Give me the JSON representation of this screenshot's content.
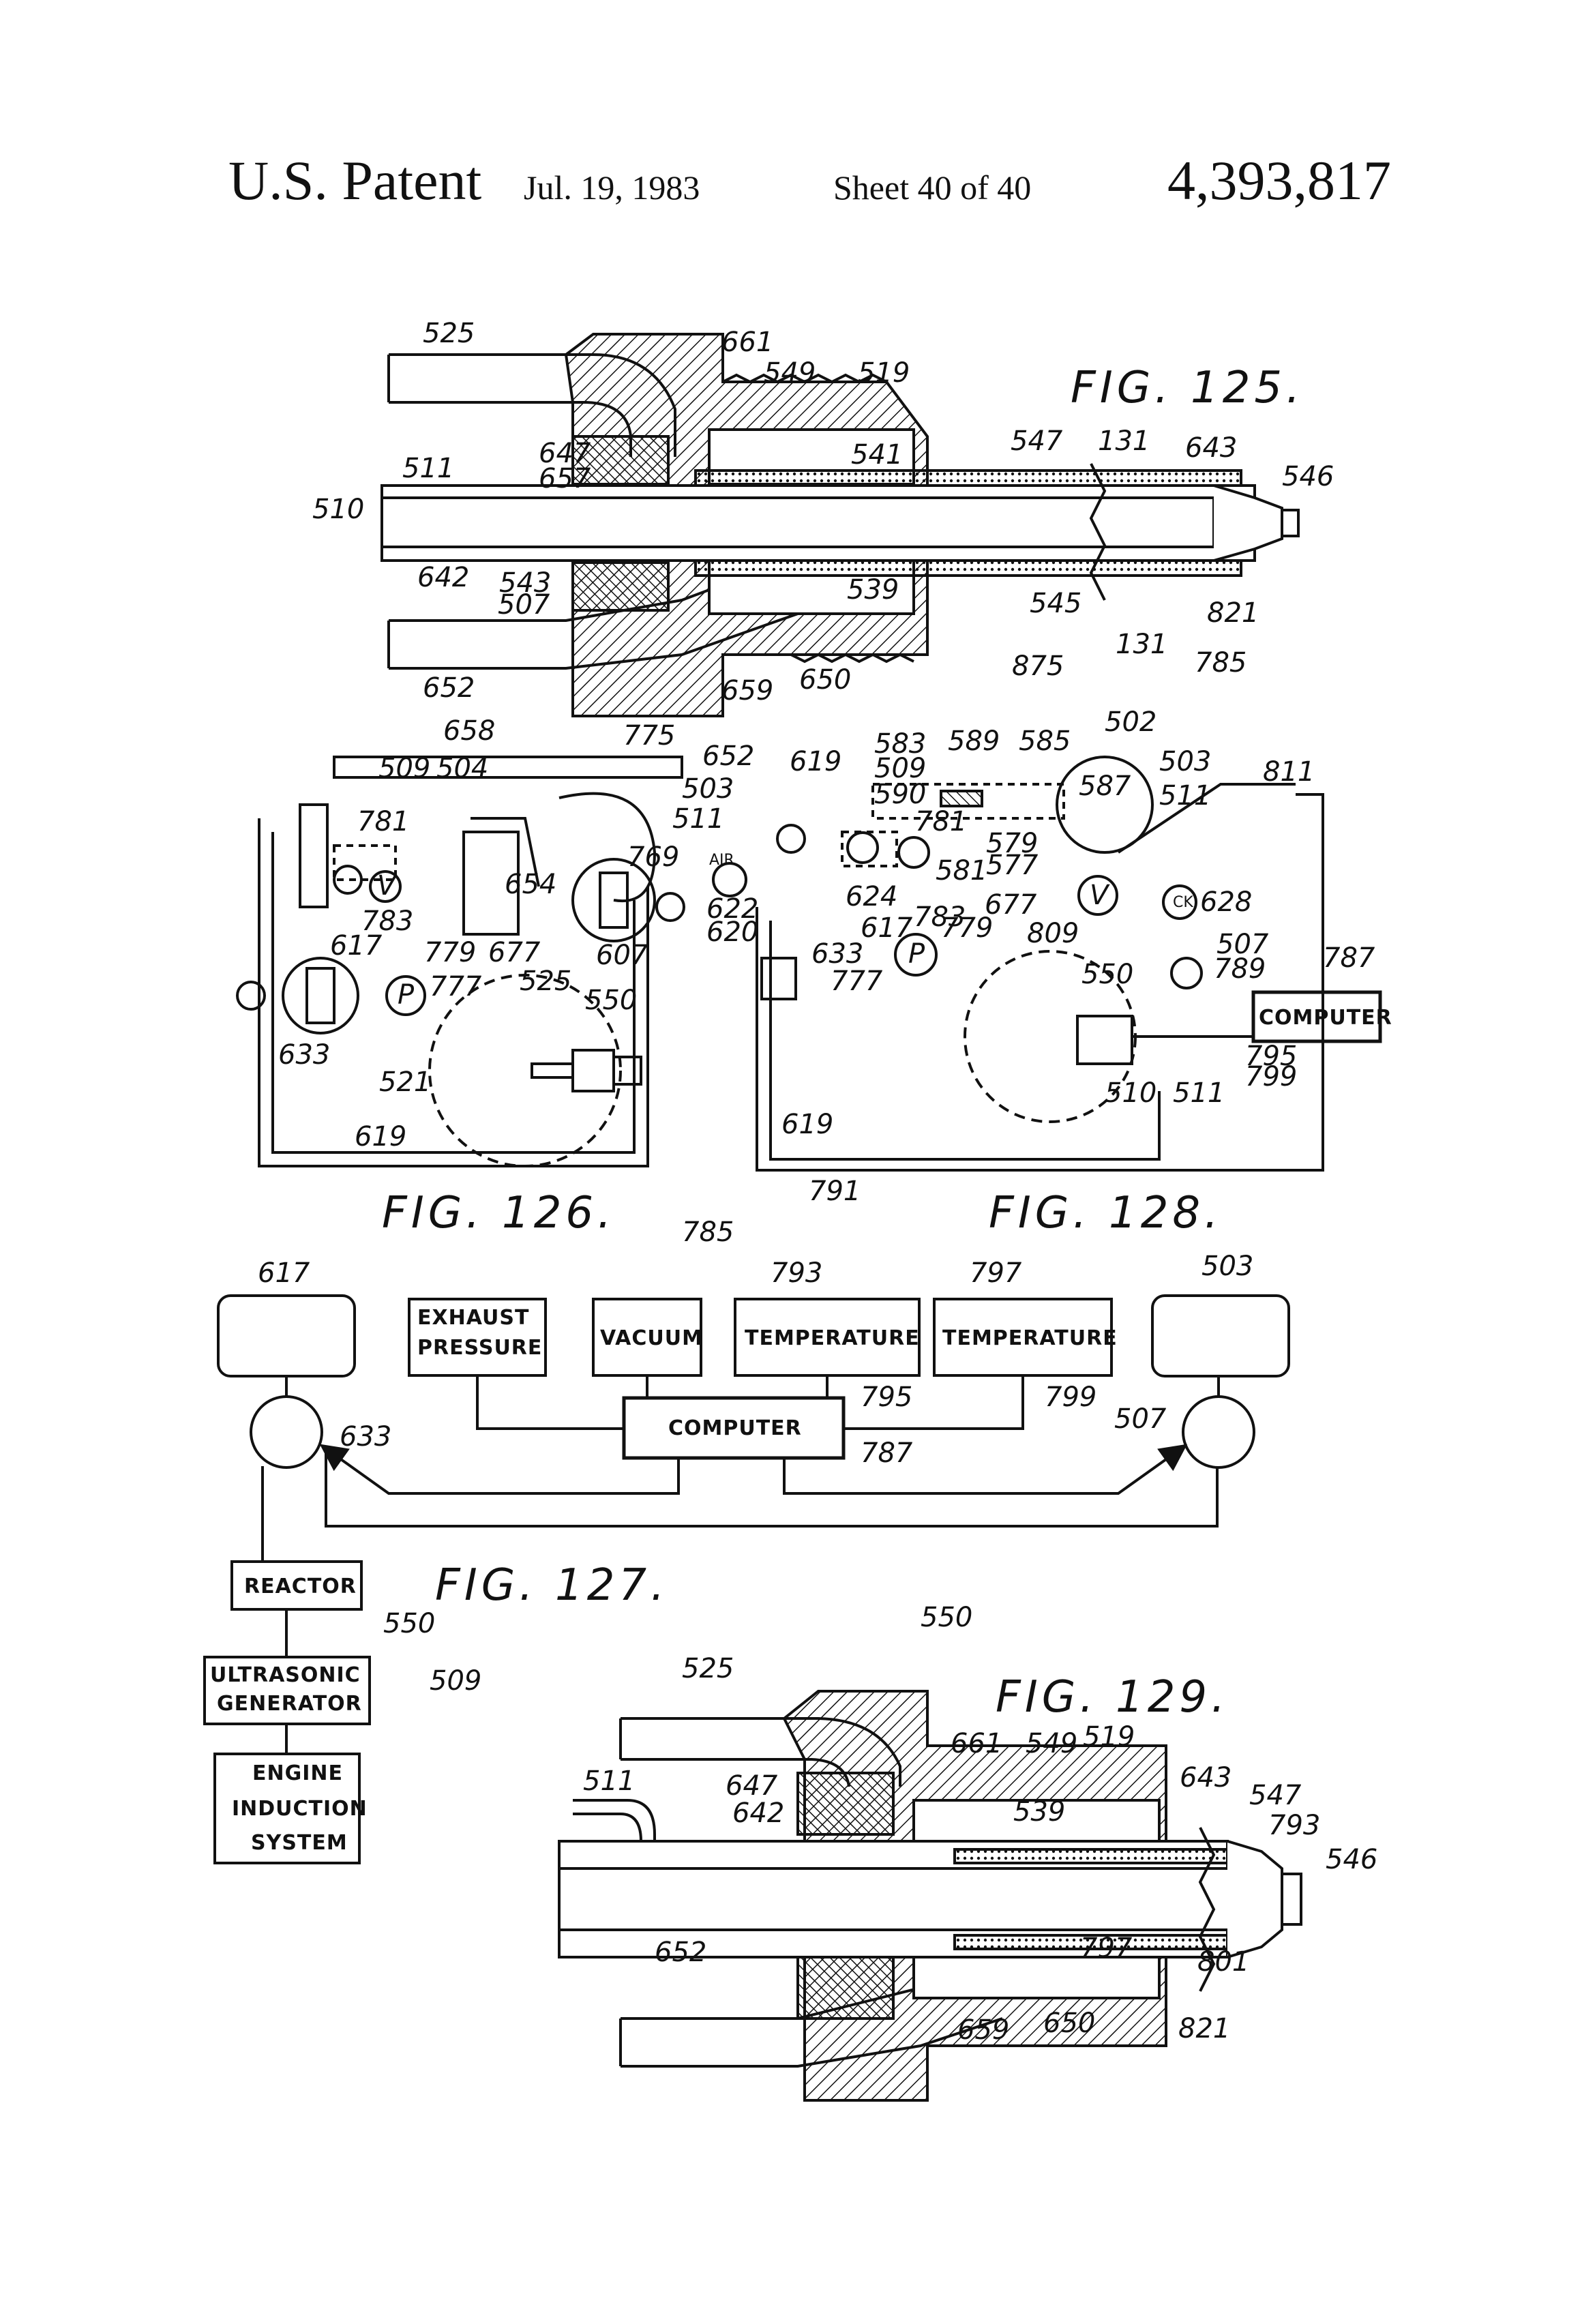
{
  "header": {
    "title": "U.S. Patent",
    "date": "Jul. 19, 1983",
    "sheet": "Sheet 40 of 40",
    "patent_number": "4,393,817"
  },
  "figures": {
    "fig125": "FIG. 125.",
    "fig126": "FIG. 126.",
    "fig127": "FIG. 127.",
    "fig128": "FIG. 128.",
    "fig129": "FIG. 129."
  },
  "fig125_labels": {
    "l525": "525",
    "l661": "661",
    "l549": "549",
    "l519": "519",
    "l547": "547",
    "l131a": "131",
    "l643": "643",
    "l546": "546",
    "l511": "511",
    "l647": "647",
    "l657": "657",
    "l541": "541",
    "l510": "510",
    "l642": "642",
    "l543": "543",
    "l507": "507",
    "l539": "539",
    "l545": "545",
    "l821": "821",
    "l131b": "131",
    "l652": "652",
    "l659": "659",
    "l650": "650"
  },
  "fig126_labels": {
    "l658": "658",
    "l775": "775",
    "l652": "652",
    "l509": "509",
    "l504": "504",
    "l503": "503",
    "l781": "781",
    "l511": "511",
    "l769": "769",
    "l654": "654",
    "l783": "783",
    "l617": "617",
    "l607": "607",
    "l779": "779",
    "l677": "677",
    "l777": "777",
    "l525": "525",
    "l550": "550",
    "l633": "633",
    "l521": "521",
    "l619": "619",
    "p": "P",
    "v": "V"
  },
  "fig128_labels": {
    "l875": "875",
    "l785": "785",
    "l502": "502",
    "l583a": "583",
    "l589": "589",
    "l585": "585",
    "l503": "503",
    "l811": "811",
    "l619a": "619",
    "l509": "509",
    "l590": "590",
    "l587": "587",
    "l511a": "511",
    "l579": "579",
    "l577": "577",
    "l581": "581",
    "l781": "781",
    "l624": "624",
    "l622": "622",
    "l620": "620",
    "l617": "617",
    "l783": "783",
    "l677": "677",
    "l779": "779",
    "l809": "809",
    "l628": "628",
    "l633": "633",
    "l777": "777",
    "l550": "550",
    "l507": "507",
    "l789": "789",
    "l787": "787",
    "l795": "795",
    "l799": "799",
    "l510": "510",
    "l511b": "511",
    "l619b": "619",
    "l791": "791",
    "computer": "COMPUTER",
    "air": "AIR",
    "p": "P",
    "v": "V",
    "ck": "CK"
  },
  "fig127": {
    "l617": "617",
    "l785": "785",
    "l793": "793",
    "l797": "797",
    "l503": "503",
    "l633": "633",
    "l795": "795",
    "l799": "799",
    "l507": "507",
    "l787": "787",
    "l550": "550",
    "l509": "509",
    "exhaust_line1": "EXHAUST",
    "exhaust_line2": "PRESSURE",
    "vacuum": "VACUUM",
    "temperature1": "TEMPERATURE",
    "temperature2": "TEMPERATURE",
    "computer": "COMPUTER",
    "reactor": "REACTOR",
    "ultrasonic_line1": "ULTRASONIC",
    "ultrasonic_line2": "GENERATOR",
    "engine_line1": "ENGINE",
    "engine_line2": "INDUCTION",
    "engine_line3": "SYSTEM"
  },
  "fig129_labels": {
    "l550": "550",
    "l525": "525",
    "l661": "661",
    "l549": "549",
    "l519": "519",
    "l511": "511",
    "l647": "647",
    "l643": "643",
    "l547": "547",
    "l642": "642",
    "l539": "539",
    "l793": "793",
    "l546": "546",
    "l652": "652",
    "l797": "797",
    "l801": "801",
    "l659": "659",
    "l650": "650",
    "l821": "821"
  }
}
